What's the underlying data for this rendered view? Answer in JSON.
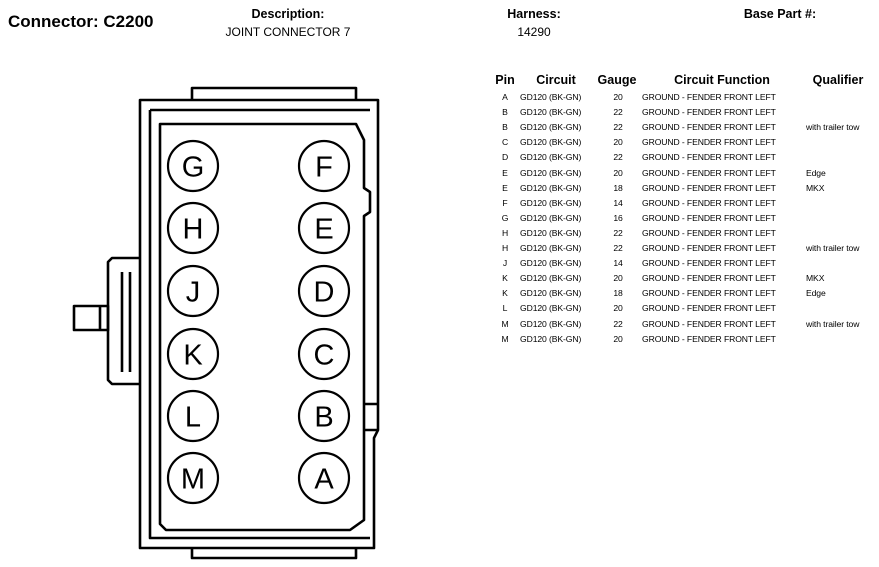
{
  "header": {
    "connector_label": "Connector:",
    "connector_id": "C2200",
    "description_title": "Description:",
    "description_value": "JOINT CONNECTOR 7",
    "harness_title": "Harness:",
    "harness_value": "14290",
    "base_part_title": "Base Part #:"
  },
  "table": {
    "columns": [
      "Pin",
      "Circuit",
      "Gauge",
      "Circuit Function",
      "Qualifier"
    ],
    "rows": [
      {
        "pin": "A",
        "circuit": "GD120 (BK-GN)",
        "gauge": "20",
        "function": "GROUND - FENDER FRONT LEFT",
        "qualifier": ""
      },
      {
        "pin": "B",
        "circuit": "GD120 (BK-GN)",
        "gauge": "22",
        "function": "GROUND - FENDER FRONT LEFT",
        "qualifier": ""
      },
      {
        "pin": "B",
        "circuit": "GD120 (BK-GN)",
        "gauge": "22",
        "function": "GROUND - FENDER FRONT LEFT",
        "qualifier": "with trailer tow"
      },
      {
        "pin": "C",
        "circuit": "GD120 (BK-GN)",
        "gauge": "20",
        "function": "GROUND - FENDER FRONT LEFT",
        "qualifier": ""
      },
      {
        "pin": "D",
        "circuit": "GD120 (BK-GN)",
        "gauge": "22",
        "function": "GROUND - FENDER FRONT LEFT",
        "qualifier": ""
      },
      {
        "pin": "E",
        "circuit": "GD120 (BK-GN)",
        "gauge": "20",
        "function": "GROUND - FENDER FRONT LEFT",
        "qualifier": "Edge"
      },
      {
        "pin": "E",
        "circuit": "GD120 (BK-GN)",
        "gauge": "18",
        "function": "GROUND - FENDER FRONT LEFT",
        "qualifier": "MKX"
      },
      {
        "pin": "F",
        "circuit": "GD120 (BK-GN)",
        "gauge": "14",
        "function": "GROUND - FENDER FRONT LEFT",
        "qualifier": ""
      },
      {
        "pin": "G",
        "circuit": "GD120 (BK-GN)",
        "gauge": "16",
        "function": "GROUND - FENDER FRONT LEFT",
        "qualifier": ""
      },
      {
        "pin": "H",
        "circuit": "GD120 (BK-GN)",
        "gauge": "22",
        "function": "GROUND - FENDER FRONT LEFT",
        "qualifier": ""
      },
      {
        "pin": "H",
        "circuit": "GD120 (BK-GN)",
        "gauge": "22",
        "function": "GROUND - FENDER FRONT LEFT",
        "qualifier": "with trailer tow"
      },
      {
        "pin": "J",
        "circuit": "GD120 (BK-GN)",
        "gauge": "14",
        "function": "GROUND - FENDER FRONT LEFT",
        "qualifier": ""
      },
      {
        "pin": "K",
        "circuit": "GD120 (BK-GN)",
        "gauge": "20",
        "function": "GROUND - FENDER FRONT LEFT",
        "qualifier": "MKX"
      },
      {
        "pin": "K",
        "circuit": "GD120 (BK-GN)",
        "gauge": "18",
        "function": "GROUND - FENDER FRONT LEFT",
        "qualifier": "Edge"
      },
      {
        "pin": "L",
        "circuit": "GD120 (BK-GN)",
        "gauge": "20",
        "function": "GROUND - FENDER FRONT LEFT",
        "qualifier": ""
      },
      {
        "pin": "M",
        "circuit": "GD120 (BK-GN)",
        "gauge": "22",
        "function": "GROUND - FENDER FRONT LEFT",
        "qualifier": "with trailer tow"
      },
      {
        "pin": "M",
        "circuit": "GD120 (BK-GN)",
        "gauge": "20",
        "function": "GROUND - FENDER FRONT LEFT",
        "qualifier": ""
      }
    ]
  },
  "diagram": {
    "left_column_pins": [
      "G",
      "H",
      "J",
      "K",
      "L",
      "M"
    ],
    "right_column_pins": [
      "F",
      "E",
      "D",
      "C",
      "B",
      "A"
    ]
  }
}
